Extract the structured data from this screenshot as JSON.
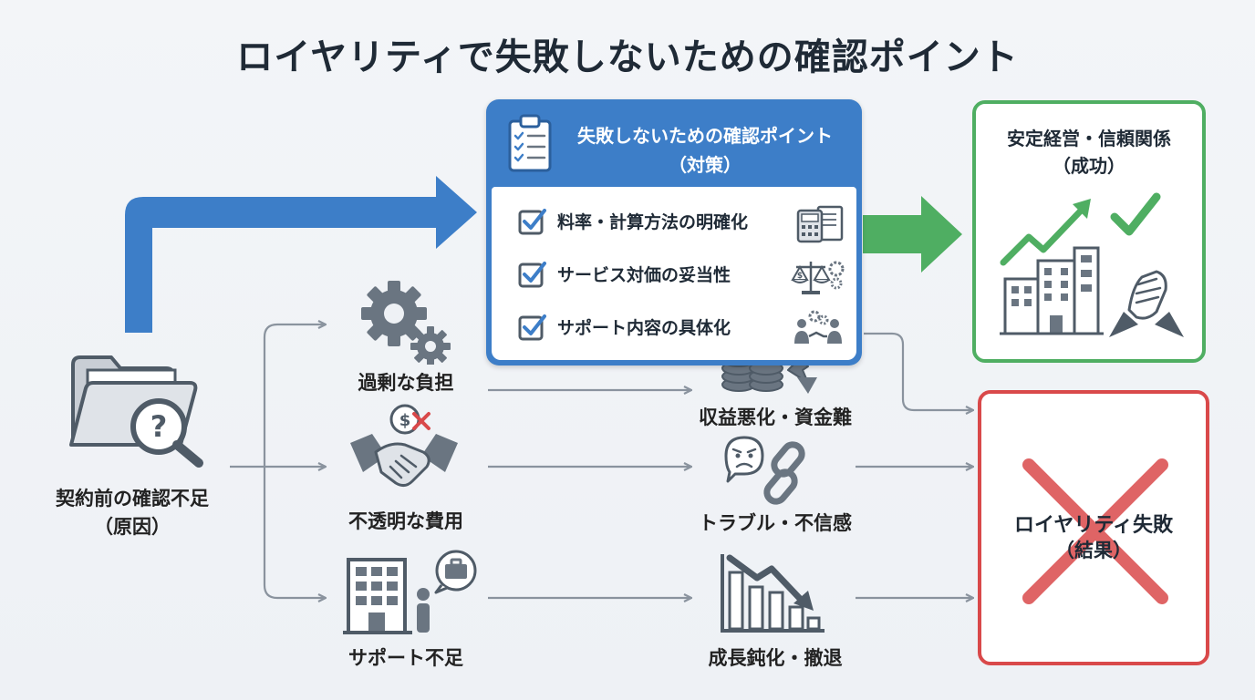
{
  "title": "ロイヤリティで失敗しないための確認ポイント",
  "cause": {
    "line1": "契約前の確認不足",
    "line2": "（原因）"
  },
  "problems": [
    {
      "label": "過剰な負担"
    },
    {
      "label": "不透明な費用"
    },
    {
      "label": "サポート不足"
    }
  ],
  "impacts": [
    {
      "label": "収益悪化・資金難"
    },
    {
      "label": "トラブル・不信感"
    },
    {
      "label": "成長鈍化・撤退"
    }
  ],
  "countermeasure": {
    "title_line1": "失敗しないための確認ポイント",
    "title_line2": "（対策）",
    "items": [
      {
        "label": "料率・計算方法の明確化",
        "icon": "calculator-document-icon"
      },
      {
        "label": "サービス対価の妥当性",
        "icon": "scale-icon"
      },
      {
        "label": "サポート内容の具体化",
        "icon": "people-gears-icon"
      }
    ]
  },
  "success": {
    "line1": "安定経営・信頼関係",
    "line2": "（成功）"
  },
  "failure": {
    "line1": "ロイヤリティ失敗",
    "line2": "（結果）"
  },
  "colors": {
    "blue": "#3d7ec8",
    "green": "#4fae62",
    "red": "#d9494a",
    "gray_arrow": "#8a939e",
    "icon_gray": "#5f6b78"
  }
}
